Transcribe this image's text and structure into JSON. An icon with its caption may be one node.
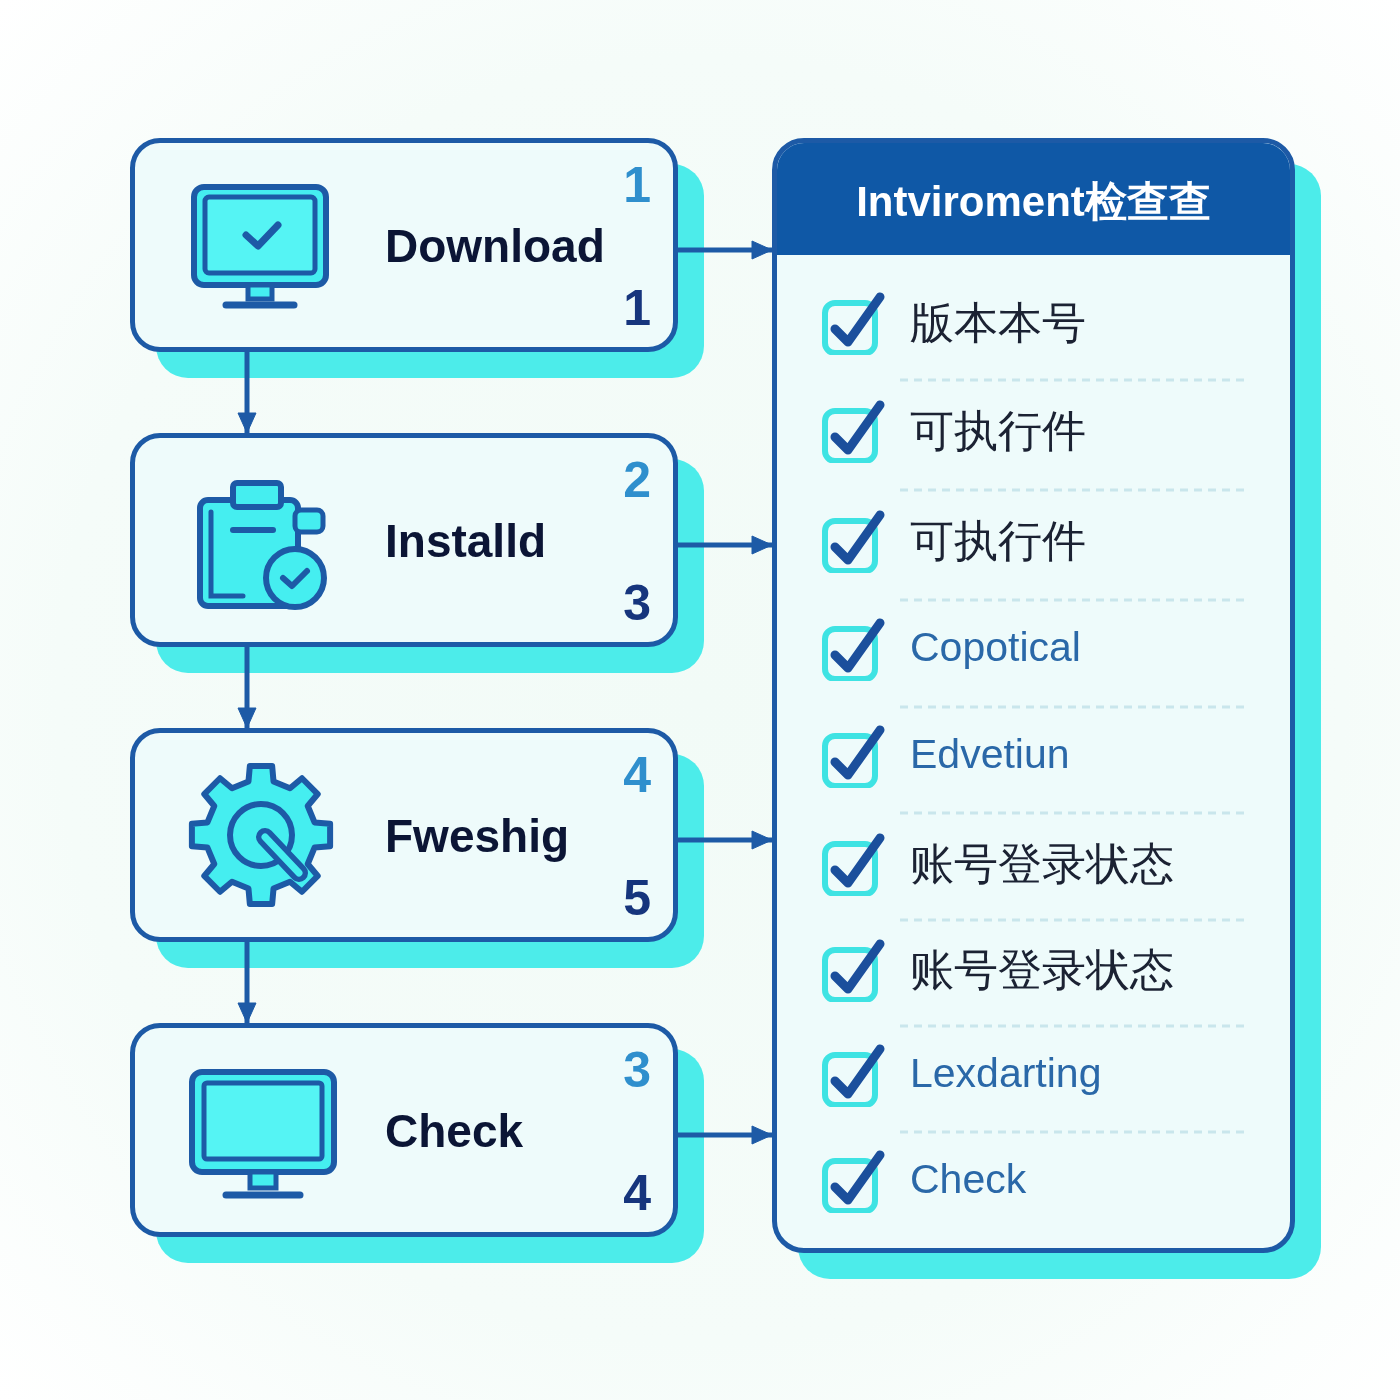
{
  "diagram": {
    "nodes": [
      {
        "text": [
          "1",
          "Download",
          "1"
        ]
      },
      {
        "text": [
          "2",
          "Installd",
          "3"
        ]
      },
      {
        "text": [
          "4",
          "Fweshig",
          "5"
        ]
      },
      {
        "text": [
          "3",
          "Check",
          "4"
        ]
      },
      {
        "text": [
          "Intviroment检查查",
          "版本本号",
          "可执行件",
          "可执行件",
          "Copotical",
          "Edvetiun",
          "账号登录状态",
          "账号登录状态",
          "Lexdarting",
          "Check"
        ]
      }
    ],
    "edges": [
      {
        "from": 0,
        "to": 1,
        "arrow": "to"
      },
      {
        "from": 1,
        "to": 2,
        "arrow": "to"
      },
      {
        "from": 2,
        "to": 3,
        "arrow": "to"
      },
      {
        "from": 0,
        "to": 4,
        "arrow": "to"
      },
      {
        "from": 1,
        "to": 4,
        "arrow": "to"
      },
      {
        "from": 2,
        "to": 4,
        "arrow": "to"
      },
      {
        "from": 3,
        "to": 4,
        "arrow": "to"
      }
    ]
  }
}
